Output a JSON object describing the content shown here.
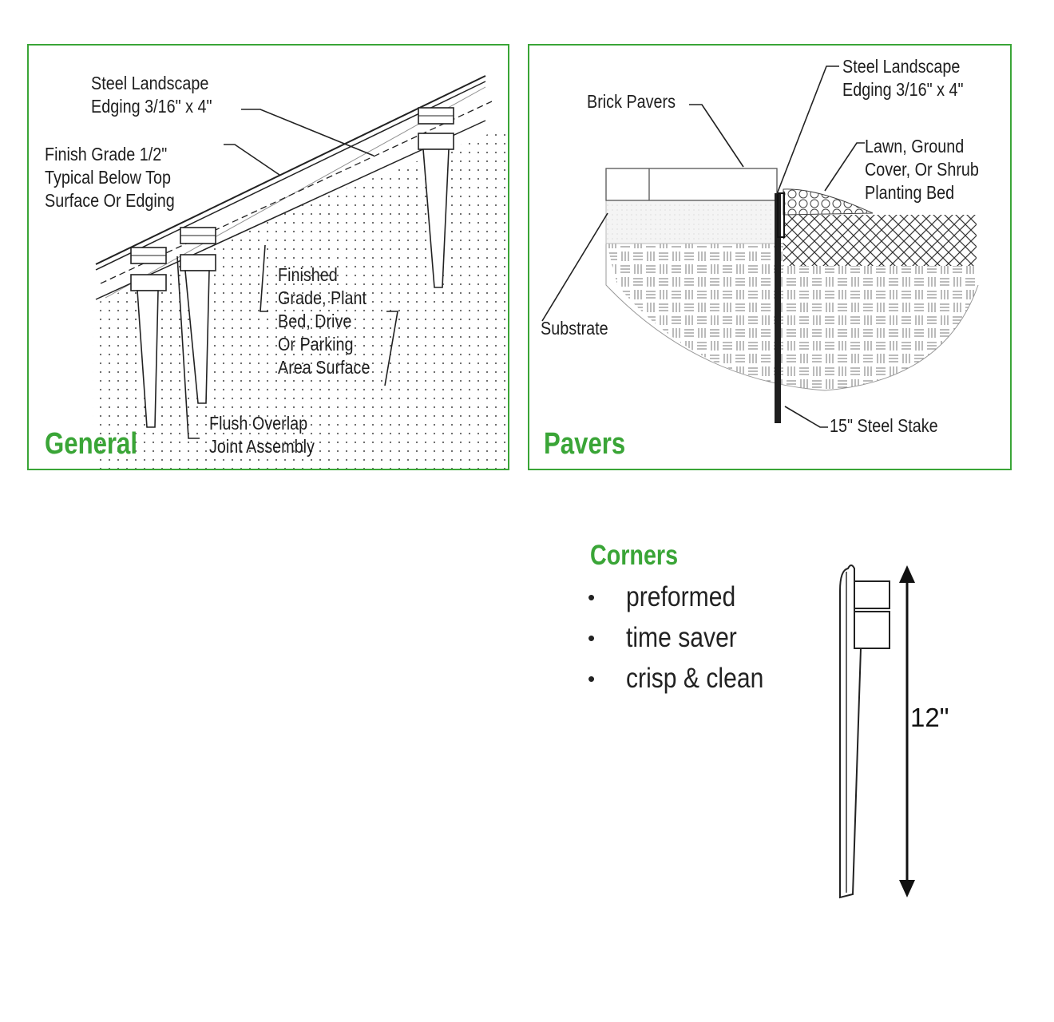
{
  "general": {
    "title": "General",
    "labels": {
      "edging": "Steel Landscape\nEdging 3/16\" x 4\"",
      "finish_grade": "Finish Grade 1/2\"\nTypical Below Top\nSurface Or Edging",
      "finished_grade": "Finished\nGrade, Plant\nBed, Drive\nOr Parking\nArea Surface",
      "flush_overlap": "Flush Overlap\nJoint Assembly"
    }
  },
  "pavers": {
    "title": "Pavers",
    "labels": {
      "edging": "Steel Landscape\nEdging 3/16\" x 4\"",
      "brick_pavers": "Brick Pavers",
      "lawn": "Lawn, Ground\nCover, Or Shrub\nPlanting Bed",
      "substrate": "Substrate",
      "steel_stake": "15\" Steel Stake"
    }
  },
  "corners": {
    "title": "Corners",
    "bullet": "•",
    "items": [
      "preformed",
      "time saver",
      "crisp & clean"
    ],
    "dimension": "12\""
  },
  "colors": {
    "accent_green": "#3aa537",
    "line": "#222222"
  }
}
